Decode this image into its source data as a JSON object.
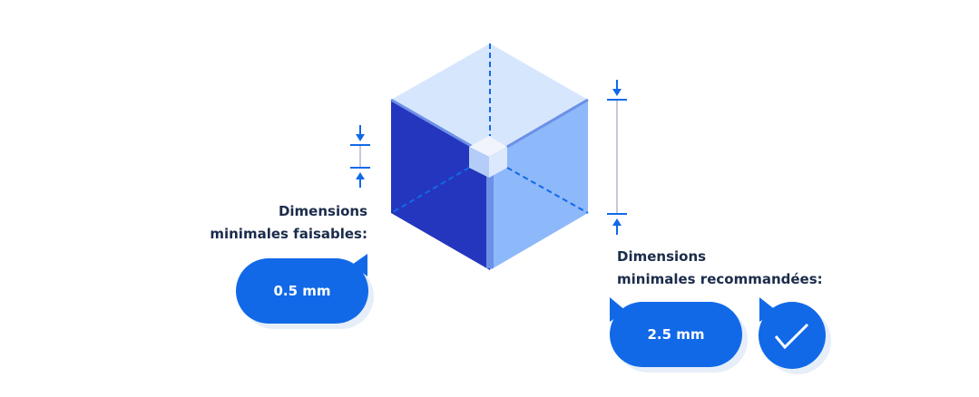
{
  "left_label": {
    "line1": "Dimensions",
    "line2": "minimales faisables:"
  },
  "left_value": "0.5 mm",
  "right_label": {
    "line1": "Dimensions",
    "line2": "minimales recommandées:"
  },
  "right_value": "2.5 mm",
  "icons": {
    "check": "checkmark-icon",
    "arrow": "arrow-icon"
  },
  "colors": {
    "accent": "#1169e8",
    "dark_face": "#2436bd",
    "light_face": "#8db8fa",
    "top_face": "#d6e6fd",
    "text": "#1b2c4b"
  }
}
